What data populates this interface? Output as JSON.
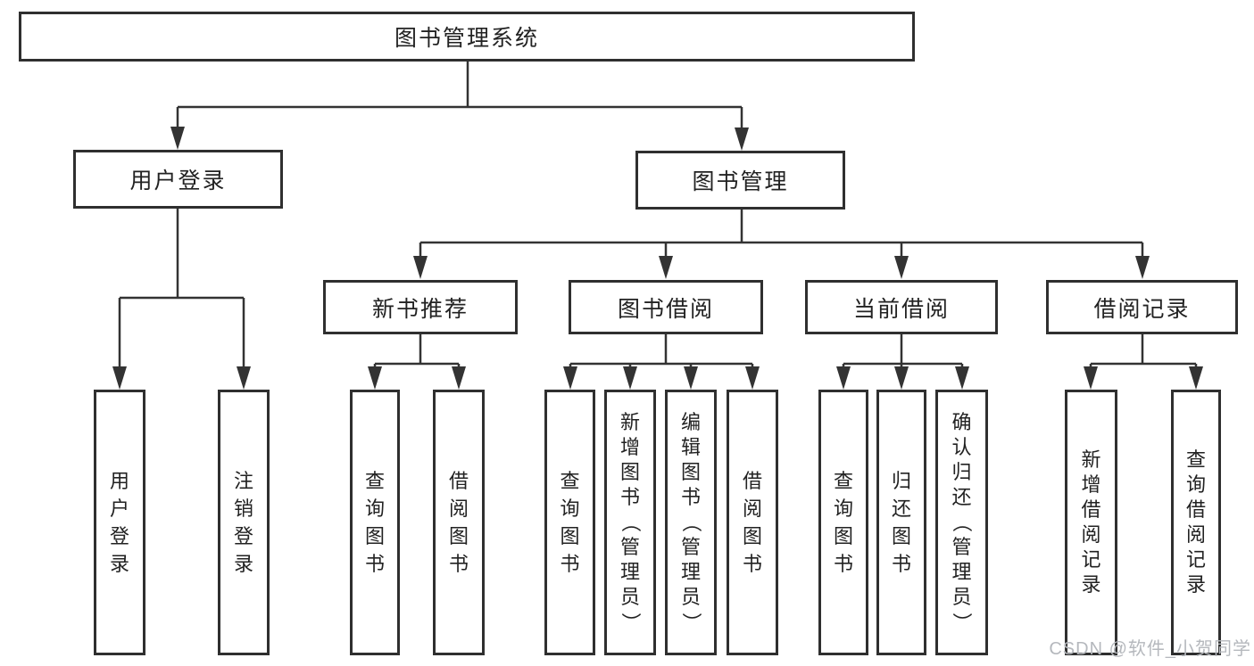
{
  "colors": {
    "line": "#333333",
    "box-border": "#2f2f2f",
    "text": "#222222",
    "watermark": "#b5b8bd",
    "bg": "#ffffff",
    "box-bg": "#ffffff"
  },
  "diagram": {
    "type": "hierarchy-tree",
    "root": {
      "label": "图书管理系统"
    },
    "level2": [
      {
        "label": "用户登录",
        "parent": "图书管理系统"
      },
      {
        "label": "图书管理",
        "parent": "图书管理系统"
      }
    ],
    "level3": [
      {
        "label": "新书推荐",
        "parent": "图书管理"
      },
      {
        "label": "图书借阅",
        "parent": "图书管理"
      },
      {
        "label": "当前借阅",
        "parent": "图书管理"
      },
      {
        "label": "借阅记录",
        "parent": "图书管理"
      }
    ],
    "leaves": [
      {
        "label": "用户登录",
        "parent": "用户登录"
      },
      {
        "label": "注销登录",
        "parent": "用户登录"
      },
      {
        "label": "查询图书",
        "parent": "新书推荐"
      },
      {
        "label": "借阅图书",
        "parent": "新书推荐"
      },
      {
        "label": "查询图书",
        "parent": "图书借阅"
      },
      {
        "label": "新增图书（管理员）",
        "parent": "图书借阅"
      },
      {
        "label": "编辑图书（管理员）",
        "parent": "图书借阅"
      },
      {
        "label": "借阅图书",
        "parent": "图书借阅"
      },
      {
        "label": "查询图书",
        "parent": "当前借阅"
      },
      {
        "label": "归还图书",
        "parent": "当前借阅"
      },
      {
        "label": "确认归还（管理员）",
        "parent": "当前借阅"
      },
      {
        "label": "新增借阅记录",
        "parent": "借阅记录"
      },
      {
        "label": "查询借阅记录",
        "parent": "借阅记录"
      }
    ]
  },
  "watermark": {
    "text": "CSDN @软件_小贺同学"
  }
}
